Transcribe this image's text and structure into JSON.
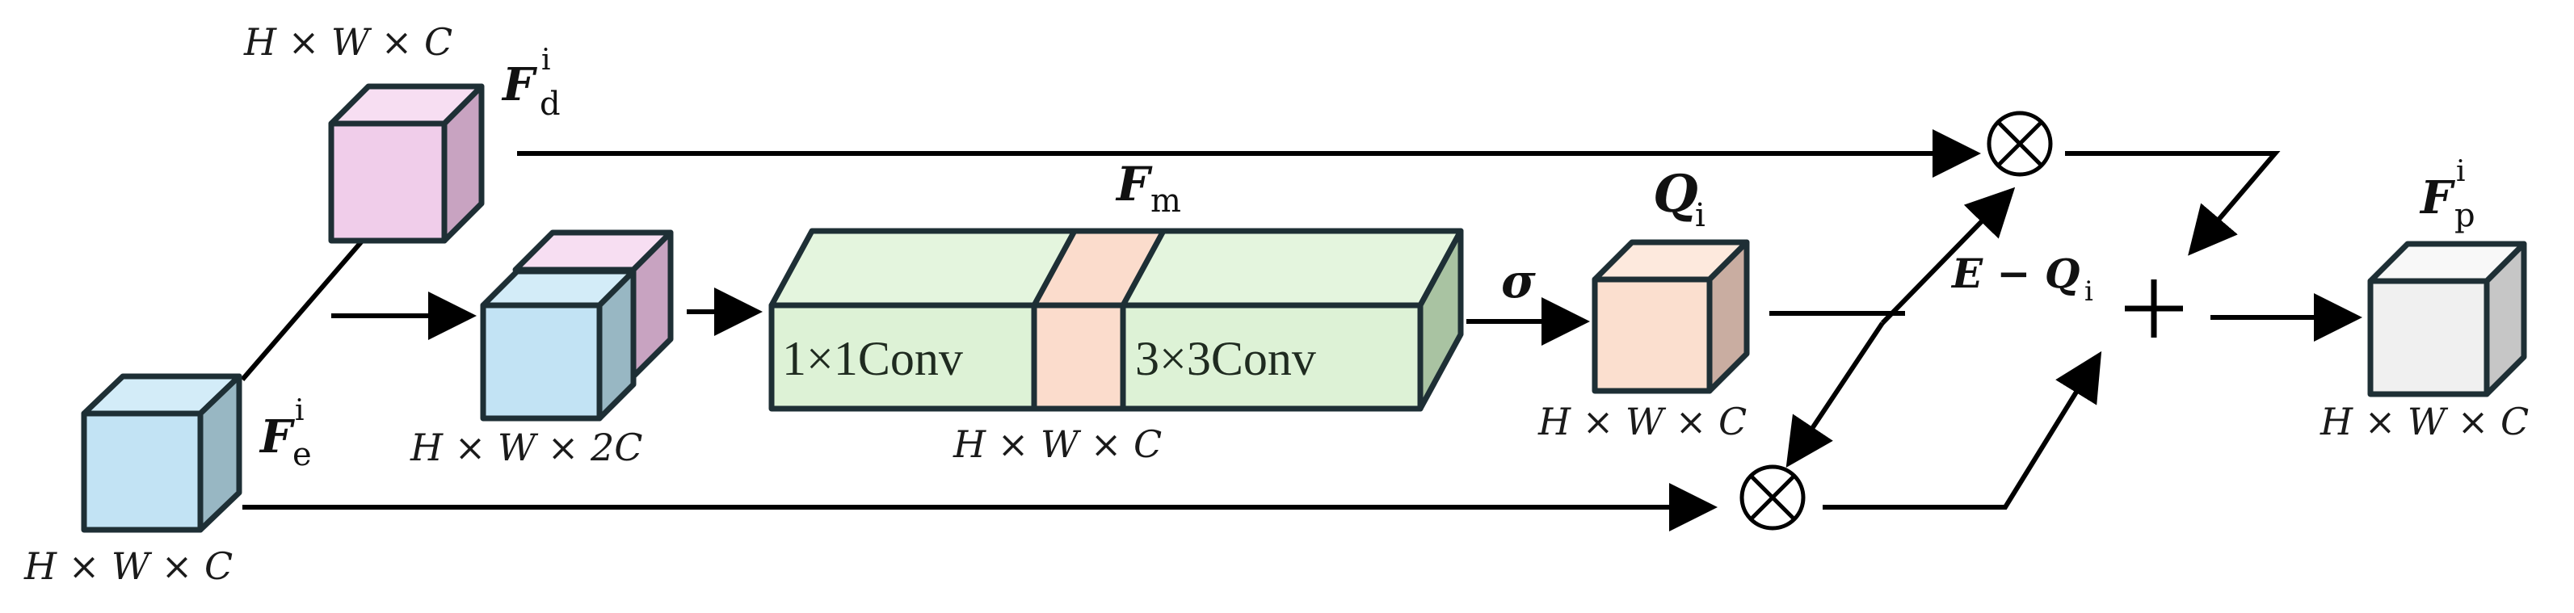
{
  "colors": {
    "cube_encoder_front": "#c2e3f4",
    "cube_encoder_side": "#98b7c3",
    "cube_encoder_top": "#d3ecf8",
    "cube_decoder_front": "#f0cdea",
    "cube_decoder_side": "#c8a3c1",
    "cube_decoder_top": "#f7def2",
    "block_green_front": "#ddf2d6",
    "block_green_side": "#a9c3a2",
    "block_green_top": "#e4f5de",
    "block_peach": "#fbdccc",
    "cube_q_front": "#fbdfcf",
    "cube_q_side": "#c9ada1",
    "cube_q_top": "#fde9dd",
    "cube_out_front": "#f0f0f0",
    "cube_out_side": "#c6c6c6",
    "cube_out_top": "#f8f8f8",
    "outline": "#1e2f35",
    "arrow": "#000000"
  },
  "labels": {
    "fe_symbol": "F",
    "fe_sub": "e",
    "fe_sup": "i",
    "fe_dim": "H × W × C",
    "fd_symbol": "F",
    "fd_sub": "d",
    "fd_sup": "i",
    "fd_dim": "H × W × C",
    "concat_dim": "H × W × 2C",
    "fm_symbol": "F",
    "fm_sub": "m",
    "fm_dim": "H × W × C",
    "conv1": "1×1Conv",
    "conv3": "3×3Conv",
    "sigma": "σ",
    "q_symbol": "Q",
    "q_sub": "i",
    "q_dim": "H × W × C",
    "e_minus_q": "E − Q",
    "e_minus_q_sub": "i",
    "fp_symbol": "F",
    "fp_sub": "p",
    "fp_sup": "i",
    "fp_dim": "H × W × C",
    "multiply_top": "⊗",
    "multiply_bottom": "⊗",
    "plus": "+"
  },
  "icons": {
    "multiply": "circled-times-icon",
    "add": "plus-icon"
  }
}
